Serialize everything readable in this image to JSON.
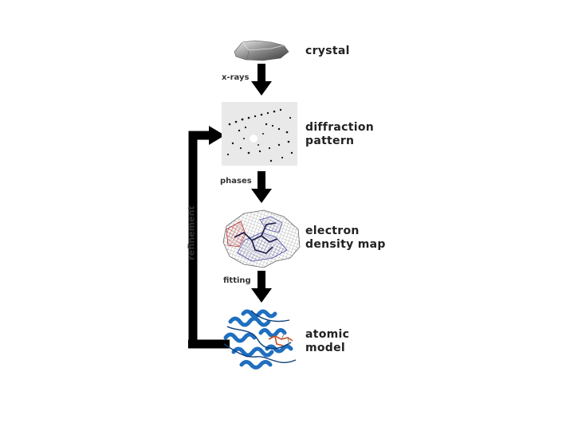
{
  "stages": [
    {
      "id": "crystal",
      "label_line1": "crystal",
      "label_line2": ""
    },
    {
      "id": "diffraction",
      "label_line1": "diffraction",
      "label_line2": "pattern"
    },
    {
      "id": "density",
      "label_line1": "electron",
      "label_line2": "density map"
    },
    {
      "id": "model",
      "label_line1": "atomic",
      "label_line2": "model"
    }
  ],
  "steps": {
    "xrays": "x-rays",
    "phases": "phases",
    "fitting": "fitting",
    "refinement": "refinement"
  },
  "colors": {
    "arrow": "#000000",
    "density_mesh": "#4a4aa8",
    "density_red": "#b83030",
    "protein_blue": "#1f6fc0",
    "ligand_orange": "#c8501e"
  },
  "icons": [
    "crystal-image",
    "diffraction-image",
    "density-map-image",
    "protein-model-image"
  ]
}
